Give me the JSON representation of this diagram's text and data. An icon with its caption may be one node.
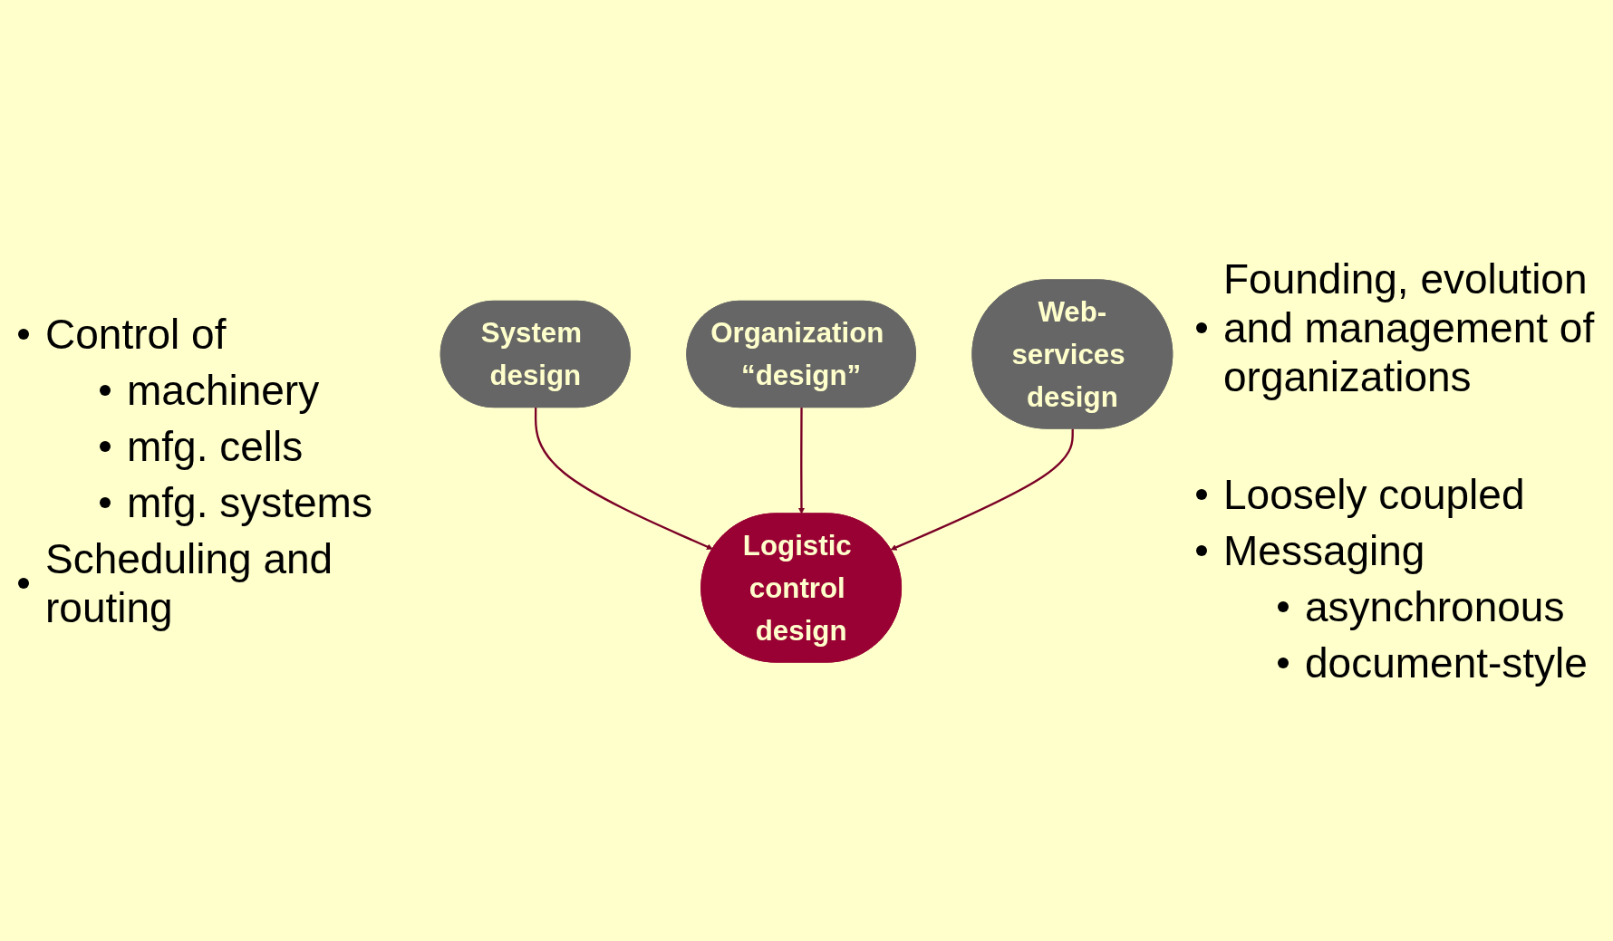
{
  "diagram": {
    "nodes": [
      {
        "text": [
          "System design"
        ]
      },
      {
        "text": [
          "Organization “design”"
        ]
      },
      {
        "text": [
          "Logistic control design"
        ]
      },
      {
        "text": [
          "Web-services design"
        ]
      }
    ],
    "edges": [
      {
        "from": 0,
        "to": 2,
        "arrow": "to"
      },
      {
        "from": 1,
        "to": 2,
        "arrow": "to"
      },
      {
        "from": 3,
        "to": 2,
        "arrow": "to"
      }
    ],
    "labels": [
      "Control of",
      "machinery",
      "mfg. cells",
      "mfg. systems",
      "Scheduling and routing",
      "Founding, evolution and management of organizations",
      "Loosely coupled",
      "Messaging",
      "asynchronous",
      "document-style"
    ]
  }
}
